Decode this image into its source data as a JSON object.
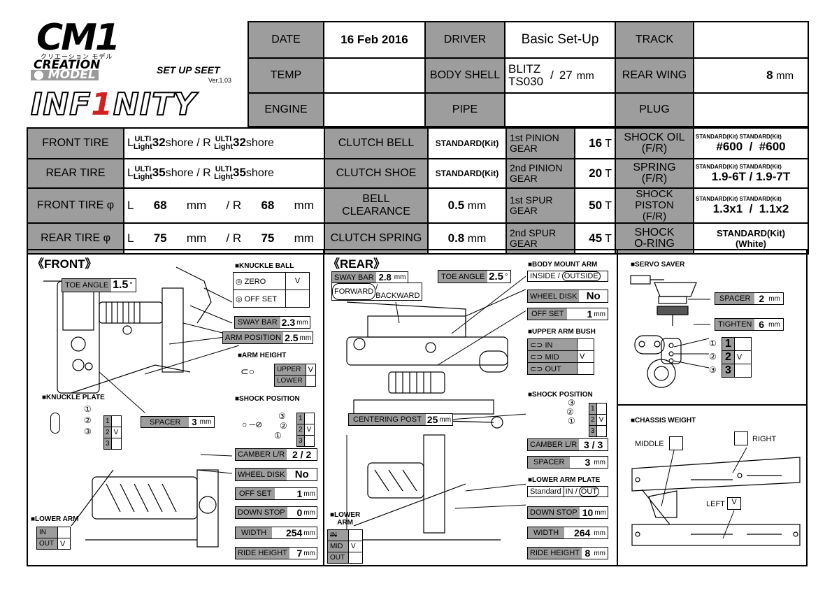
{
  "brand": {
    "logo_text": "CM",
    "logo_one": "1",
    "kana": "クリエーション モデル",
    "creation": "CREATION",
    "model": "MODEL",
    "sheet_title": "SET UP SEET",
    "version": "Ver.1.03",
    "product_a": "INF",
    "product_one": "1",
    "product_b": "NITY"
  },
  "header": {
    "date_label": "DATE",
    "date": "16 Feb 2016",
    "driver_label": "DRIVER",
    "driver": "Basic Set-Up",
    "track_label": "TRACK",
    "track": "",
    "temp_label": "TEMP",
    "temp": "",
    "body_label": "BODY SHELL",
    "body_name": "BLITZ\nTS030",
    "body_sep": "/",
    "body_size": "27",
    "body_unit": "mm",
    "wing_label": "REAR WING",
    "wing": "8",
    "wing_unit": "mm",
    "engine_label": "ENGINE",
    "engine": "",
    "pipe_label": "PIPE",
    "pipe": "",
    "plug_label": "PLUG",
    "plug": ""
  },
  "specs": {
    "front_tire": {
      "label": "FRONT TIRE",
      "l": "L",
      "ulti": "ULTI",
      "light": "Light",
      "l_shore": "32",
      "shore": "shore",
      "sep": "/ R",
      "r_shore": "32"
    },
    "rear_tire": {
      "label": "REAR TIRE",
      "l": "L",
      "ulti": "ULTI",
      "light": "Light",
      "l_shore": "35",
      "shore": "shore",
      "sep": "/ R",
      "r_shore": "35"
    },
    "front_dia": {
      "label": "FRONT TIRE φ",
      "l": "L",
      "lv": "68",
      "unit": "mm",
      "sep": "/ R",
      "rv": "68"
    },
    "rear_dia": {
      "label": "REAR TIRE φ",
      "l": "L",
      "lv": "75",
      "unit": "mm",
      "sep": "/ R",
      "rv": "75"
    },
    "clutch_bell": {
      "label": "CLUTCH BELL",
      "value": "STANDARD(Kit)"
    },
    "clutch_shoe": {
      "label": "CLUTCH SHOE",
      "value": "STANDARD(Kit)"
    },
    "bell_clearance": {
      "label": "BELL CLEARANCE",
      "value": "0.5",
      "unit": "mm"
    },
    "clutch_spring": {
      "label": "CLUTCH SPRING",
      "value": "0.8",
      "unit": "mm"
    },
    "pinion1": {
      "label": "1st PINION\nGEAR",
      "value": "16",
      "unit": "T"
    },
    "pinion2": {
      "label": "2nd PINION\nGEAR",
      "value": "20",
      "unit": "T"
    },
    "spur1": {
      "label": "1st SPUR\nGEAR",
      "value": "50",
      "unit": "T"
    },
    "spur2": {
      "label": "2nd SPUR\nGEAR",
      "value": "45",
      "unit": "T"
    },
    "shock_oil": {
      "label": "SHOCK OIL\n(F/R)",
      "head": "STANDARD(Kit) STANDARD(Kit)",
      "value": "#600  /  #600"
    },
    "spring": {
      "label": "SPRING\n(F/R)",
      "head": "STANDARD(Kit) STANDARD(Kit)",
      "value": "1.9-6T / 1.9-7T"
    },
    "shock_piston": {
      "label": "SHOCK PISTON\n(F/R)",
      "head": "STANDARD(Kit) STANDARD(Kit)",
      "value": "1.3x1  /  1.1x2"
    },
    "shock_oring": {
      "label": "SHOCK\nO-RING",
      "value": "STANDARD(Kit)",
      "sub": "(White)"
    }
  },
  "front": {
    "title": "《FRONT》",
    "toe_label": "TOE ANGLE",
    "toe": "1.5",
    "toe_unit": "°",
    "knuckle_ball": "■KNUCKLE BALL",
    "kb_zero": "ZERO",
    "kb_zero_v": "V",
    "kb_offset": "OFF SET",
    "kb_offset_v": "",
    "sway_label": "SWAY BAR",
    "sway": "2.3",
    "sway_unit": "mm",
    "armpos_label": "ARM POSITION",
    "armpos": "2.5",
    "armpos_unit": "mm",
    "arm_height": "■ARM HEIGHT",
    "ah_upper": "UPPER",
    "ah_upper_v": "V",
    "ah_lower": "LOWER",
    "ah_lower_v": "",
    "knuckle_plate": "■KNUCKLE PLATE",
    "kp": [
      "1",
      "2",
      "3"
    ],
    "kp_v": [
      "",
      "V",
      ""
    ],
    "circled": [
      "①",
      "②",
      "③"
    ],
    "spacer_label": "SPACER",
    "spacer": "3",
    "spacer_unit": "mm",
    "shock_pos": "■SHOCK POSITION",
    "sp": [
      "1",
      "2",
      "3"
    ],
    "sp_v": [
      "",
      "V",
      ""
    ],
    "camber_label": "CAMBER L/R",
    "camber": "2 / 2",
    "wheel_disk_label": "WHEEL DISK",
    "wheel_disk": "No",
    "offset_label": "OFF SET",
    "offset": "1",
    "offset_unit": "mm",
    "downstop_label": "DOWN STOP",
    "downstop": "0",
    "downstop_unit": "mm",
    "width_label": "WIDTH",
    "width": "254",
    "width_unit": "mm",
    "ride_label": "RIDE HEIGHT",
    "ride": "7",
    "ride_unit": "mm",
    "lower_arm": "■LOWER ARM",
    "la_in": "IN",
    "la_in_v": "",
    "la_out": "OUT",
    "la_out_v": "V"
  },
  "rear": {
    "title": "《REAR》",
    "sway_label": "SWAY BAR",
    "sway": "2.8",
    "sway_unit": "mm",
    "forward": "FORWARD",
    "backward": "/ BACKWARD",
    "toe_label": "TOE ANGLE",
    "toe": "2.5",
    "toe_unit": "°",
    "body_mount": "■BODY MOUNT ARM",
    "bm_inside": "INSIDE /",
    "bm_outside": "OUTSIDE",
    "wheel_disk_label": "WHEEL DISK",
    "wheel_disk": "No",
    "offset_label": "OFF SET",
    "offset": "1",
    "offset_unit": "mm",
    "upper_bush": "■UPPER ARM BUSH",
    "ub_in": "IN",
    "ub_in_v": "",
    "ub_mid": "MID",
    "ub_mid_v": "V",
    "ub_out": "OUT",
    "ub_out_v": "",
    "shock_pos": "■SHOCK POSITION",
    "sp": [
      "1",
      "2",
      "3"
    ],
    "sp_v": [
      "",
      "V",
      ""
    ],
    "circled": [
      "③",
      "②",
      "①"
    ],
    "centering_label": "CENTERING POST",
    "centering": "25",
    "centering_unit": "mm",
    "camber_label": "CAMBER L/R",
    "camber": "3 / 3",
    "spacer_label": "SPACER",
    "spacer": "3",
    "spacer_unit": "mm",
    "lower_plate": "■LOWER ARM PLATE",
    "lp_standard": "Standard",
    "lp_in": "IN /",
    "lp_out": "OUT",
    "downstop_label": "DOWN STOP",
    "downstop": "10",
    "downstop_unit": "mm",
    "width_label": "WIDTH",
    "width": "264",
    "width_unit": "mm",
    "ride_label": "RIDE HEIGHT",
    "ride": "8",
    "ride_unit": "mm",
    "lower_arm": "■LOWER\nARM",
    "la_in": "IN",
    "la_mid": "MID",
    "la_mid_v": "V",
    "la_out": "OUT"
  },
  "servo": {
    "title": "■SERVO SAVER",
    "spacer_label": "SPACER",
    "spacer": "2",
    "spacer_unit": "mm",
    "tighten_label": "TIGHTEN",
    "tighten": "6",
    "tighten_unit": "mm",
    "circled": [
      "①",
      "②",
      "③"
    ],
    "pos": [
      "1",
      "2",
      "3"
    ],
    "pos_v": [
      "",
      "V",
      ""
    ]
  },
  "weight": {
    "title": "■CHASSIS WEIGHT",
    "middle": "MIDDLE",
    "middle_v": "",
    "right": "RIGHT",
    "right_v": "",
    "left": "LEFT",
    "left_v": "V"
  }
}
